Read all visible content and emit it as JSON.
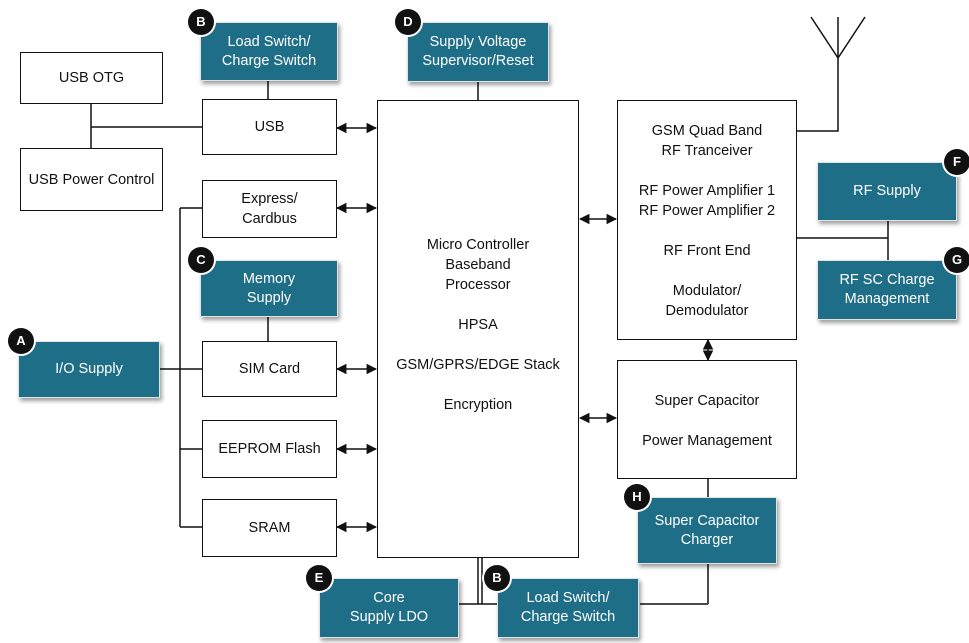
{
  "blocks": {
    "usb_otg": "USB OTG",
    "usb_power_control": "USB Power Control",
    "usb": "USB",
    "express_line1": "Express/",
    "express_line2": "Cardbus",
    "sim_card": "SIM Card",
    "eeprom_flash": "EEPROM Flash",
    "sram": "SRAM",
    "mcu_line1": "Micro Controller",
    "mcu_line2": "Baseband",
    "mcu_line3": "Processor",
    "mcu_line4": "HPSA",
    "mcu_line5": "GSM/GPRS/EDGE Stack",
    "mcu_line6": "Encryption",
    "rf_line1": "GSM Quad Band",
    "rf_line2": "RF Tranceiver",
    "rf_line3": "RF Power Amplifier 1",
    "rf_line4": "RF Power Amplifier 2",
    "rf_line5": "RF Front End",
    "rf_line6": "Modulator/",
    "rf_line7": "Demodulator",
    "sc_line1": "Super Capacitor",
    "sc_line2": "Power Management"
  },
  "highlighted_blocks": {
    "io_supply": "I/O Supply",
    "load_switch_top_line1": "Load Switch/",
    "load_switch_top_line2": "Charge Switch",
    "memory_supply_line1": "Memory",
    "memory_supply_line2": "Supply",
    "supply_voltage_line1": "Supply Voltage",
    "supply_voltage_line2": "Supervisor/Reset",
    "core_ldo_line1": "Core",
    "core_ldo_line2": "Supply LDO",
    "rf_supply": "RF Supply",
    "rf_sc_charge_line1": "RF SC Charge",
    "rf_sc_charge_line2": "Management",
    "sc_charger_line1": "Super Capacitor",
    "sc_charger_line2": "Charger",
    "load_switch_bottom_line1": "Load Switch/",
    "load_switch_bottom_line2": "Charge Switch"
  },
  "badges": {
    "a": "A",
    "b_top": "B",
    "c": "C",
    "d": "D",
    "e": "E",
    "f": "F",
    "g": "G",
    "h": "H",
    "b_bottom": "B"
  },
  "colors": {
    "highlight_fill": "#1f6e87",
    "line": "#111111",
    "badge": "#111111"
  }
}
